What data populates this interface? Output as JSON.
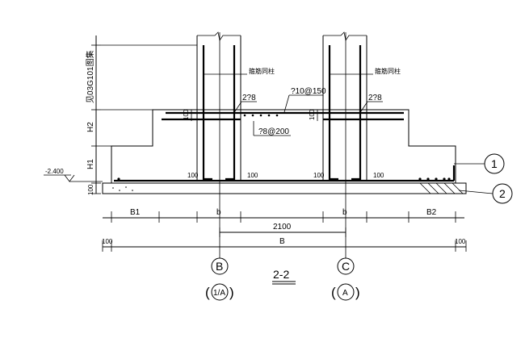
{
  "drawing": {
    "section_title": "2-2",
    "elevation": "-2.400",
    "vertical_dims": {
      "col_insert": "见03G101图集",
      "h2": "H2",
      "h1": "H1",
      "cushion": "100",
      "left_100": "100"
    },
    "col_left": {
      "stirrup_note": "箍筋同柱",
      "dowel_note": "2?8",
      "dim_left": "100",
      "dim_right": "100",
      "inner_100": "100"
    },
    "col_right": {
      "stirrup_note": "箍筋同柱",
      "dowel_note": "2?8",
      "dim_left": "100",
      "dim_right": "100",
      "inner_100": "100"
    },
    "rebar_top": "?10@150",
    "rebar_mid": "?8@200",
    "horizontal_dims": {
      "b1": "B1",
      "b_left": "b",
      "b_right": "b",
      "b2": "B2",
      "span": "2100",
      "total": "B",
      "end_left": "100",
      "end_right": "100"
    },
    "callouts": [
      "1",
      "2"
    ],
    "axis_b": {
      "label": "B",
      "alt": "1/A"
    },
    "axis_c": {
      "label": "C",
      "alt": "A"
    }
  }
}
